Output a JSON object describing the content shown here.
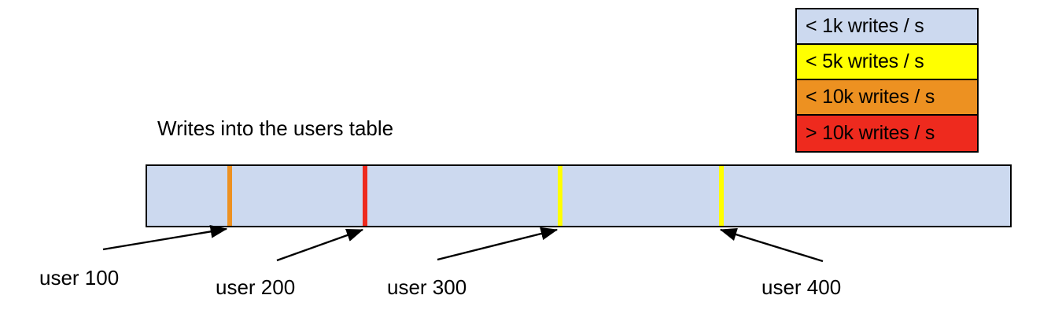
{
  "chart_data": {
    "type": "bar",
    "title": "Writes into the users table",
    "xlabel": "",
    "ylabel": "",
    "orientation": "horizontal-range-bar",
    "bar": {
      "fill_color": "#ccd9ef",
      "border_color": "#000000",
      "range_start_label": "",
      "range_end_label": ""
    },
    "markers": [
      {
        "label": "user 100",
        "color": "#ed9121",
        "tier": "< 10k writes / s",
        "position_pct": 9.5
      },
      {
        "label": "user 200",
        "color": "#ee2a1e",
        "tier": "> 10k writes / s",
        "position_pct": 25.2
      },
      {
        "label": "user 300",
        "color": "#ffff00",
        "tier": "< 5k writes / s",
        "position_pct": 47.7
      },
      {
        "label": "user 400",
        "color": "#ffff00",
        "tier": "< 5k writes / s",
        "position_pct": 66.4
      }
    ],
    "legend": {
      "position": "top-right",
      "entries": [
        {
          "label": "< 1k writes / s",
          "color": "#ccd9ef"
        },
        {
          "label": "< 5k writes / s",
          "color": "#ffff00"
        },
        {
          "label": "< 10k writes / s",
          "color": "#ed9121"
        },
        {
          "label": "> 10k writes / s",
          "color": "#ee2a1e"
        }
      ]
    },
    "grid": false
  },
  "legend": {
    "entries": [
      {
        "label": "< 1k writes / s"
      },
      {
        "label": "< 5k writes / s"
      },
      {
        "label": "< 10k writes / s"
      },
      {
        "label": "> 10k writes / s"
      }
    ]
  },
  "title": {
    "text": "Writes into the users table"
  },
  "callouts": [
    {
      "label": "user 100"
    },
    {
      "label": "user 200"
    },
    {
      "label": "user 300"
    },
    {
      "label": "user 400"
    }
  ]
}
